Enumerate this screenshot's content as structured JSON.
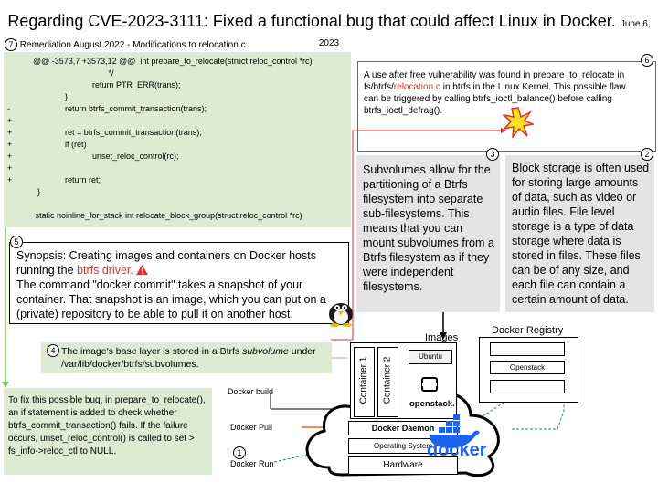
{
  "title": "Regarding CVE-2023-3111: Fixed a functional bug that could affect Linux in Docker.",
  "date": "June 6, 2023",
  "remediation": {
    "num": "7",
    "label": "Remediation August 2022 - Modifications to relocation.c."
  },
  "code_lines": [
    {
      "prefix": "",
      "text": "@@ -3573,7 +3573,12 @@  int prepare_to_relocate(struct reloc_control *rc)"
    },
    {
      "prefix": "",
      "text": "                                 */"
    },
    {
      "prefix": "",
      "text": "                          return PTR_ERR(trans);"
    },
    {
      "prefix": "",
      "text": "              }"
    },
    {
      "prefix": "-",
      "text": "              return btrfs_commit_transaction(trans);"
    },
    {
      "prefix": "+",
      "text": ""
    },
    {
      "prefix": "+",
      "text": "              ret = btrfs_commit_transaction(trans);"
    },
    {
      "prefix": "+",
      "text": "              if (ret)"
    },
    {
      "prefix": "+",
      "text": "                          unset_reloc_control(rc);"
    },
    {
      "prefix": "+",
      "text": ""
    },
    {
      "prefix": "+",
      "text": "              return ret;"
    },
    {
      "prefix": "",
      "text": "  }"
    },
    {
      "prefix": "",
      "text": ""
    },
    {
      "prefix": "",
      "text": " static noinline_for_stack int relocate_block_group(struct reloc_control *rc)"
    }
  ],
  "box6": {
    "num": "6",
    "before": "A use after free vulnerability was found in prepare_to_relocate in fs/btrfs/",
    "highlight": "relocation.c",
    "after": " in btrfs in the Linux Kernel. This possible flaw can be triggered by calling btrfs_ioctl_balance() before calling btrfs_ioctl_defrag()."
  },
  "box3": {
    "num": "3",
    "text": "Subvolumes allow for the partitioning of a Btrfs filesystem into separate sub-filesystems. This means that you can mount subvolumes from a Btrfs filesystem as if they were independent filesystems."
  },
  "box2": {
    "num": "2",
    "text": "Block storage is often used for storing large amounts of data, such as video or audio files. File level storage is a type of data storage where data is stored in files. These files can be of any size, and each file can contain a certain amount of data."
  },
  "box5": {
    "num": "5",
    "line1_before": "Synopsis: Creating images and containers on Docker hosts running the ",
    "line1_highlight": "btrfs driver.",
    "rest": "The command \"docker commit\" takes a snapshot of your container. That snapshot is an image, which you can put on a (private) repository to be able to pull it on another host."
  },
  "box4": {
    "num": "4",
    "before": "The image's base layer is stored in a Btrfs ",
    "italic": "subvolume",
    "after": " under /var/lib/docker/btrfs/subvolumes."
  },
  "fix_note": "To fix this possible bug, in prepare_to_relocate(), an if statement is added to check whether btrfs_commit_transaction() fails. If the failure occurs, unset_reloc_control() is called to set > fs_info->reloc_ctl to NULL.",
  "diagram": {
    "images_label": "Images",
    "registry_label": "Docker Registry",
    "registry_item": "Openstack",
    "container1": "Container 1",
    "container2": "Container 2",
    "ubuntu": "Ubuntu",
    "openstack": "openstack.",
    "daemon": "Docker Daemon",
    "os": "Operating System",
    "hardware": "Hardware",
    "docker_logo": "docker",
    "build": "Docker build",
    "pull": "Docker Pull",
    "run_num": "1",
    "run": "Docker Run"
  },
  "colors": {
    "green": "#dcebd2",
    "gray": "#e4e4e4",
    "red": "#e0302a",
    "docker_blue": "#1d63ed"
  }
}
